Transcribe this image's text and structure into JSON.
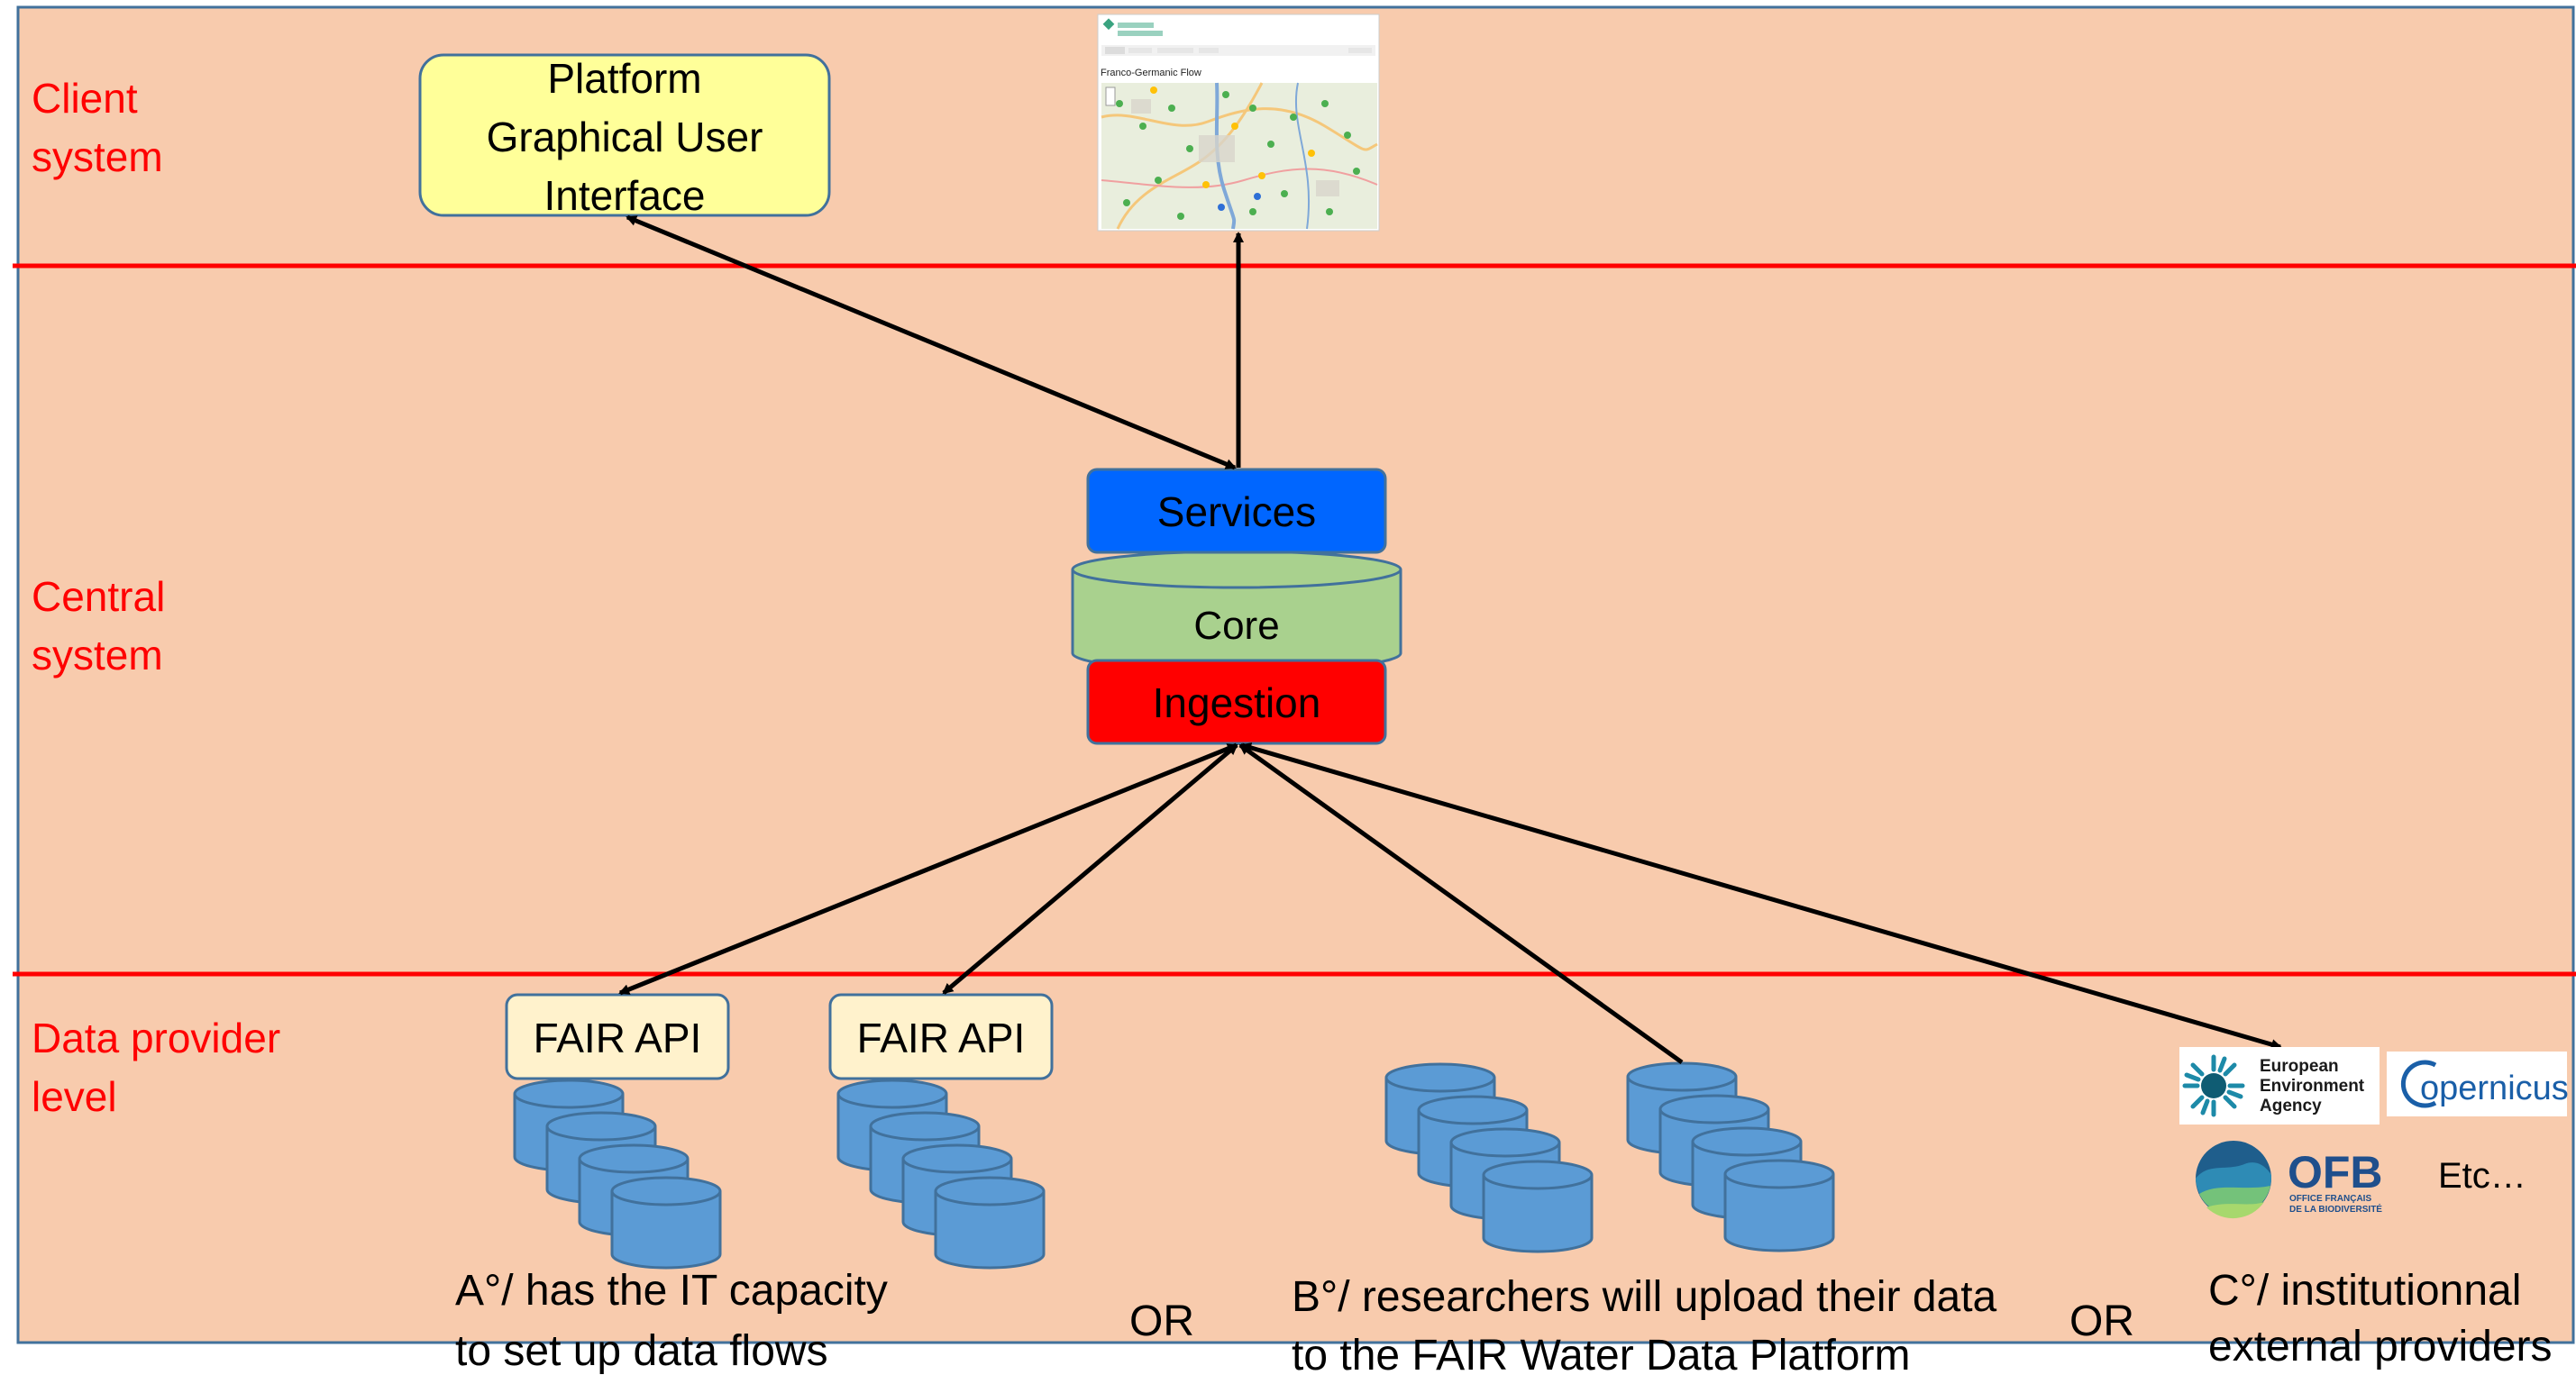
{
  "levels": {
    "client": [
      "Client",
      "system"
    ],
    "central": [
      "Central",
      "system"
    ],
    "provider": [
      "Data provider",
      "level"
    ]
  },
  "gui_box": [
    "Platform",
    "Graphical User",
    "Interface"
  ],
  "screenshot": {
    "title": "Franco-Germanic Flow"
  },
  "stack": {
    "services": "Services",
    "core": "Core",
    "ingestion": "Ingestion"
  },
  "api_a1": "FAIR API",
  "api_a2": "FAIR API",
  "captions": {
    "a": [
      "A°/ has the IT capacity",
      "to set up data flows"
    ],
    "or1": "OR",
    "b": [
      "B°/ researchers will upload their data",
      "to the FAIR Water Data Platform"
    ],
    "or2": "OR",
    "c": [
      "C°/ institutionnal",
      "external providers"
    ]
  },
  "logos": {
    "eea": [
      "European",
      "Environment",
      "Agency"
    ],
    "copernicus": "opernicus",
    "ofb": "OFB",
    "ofb_sub": [
      "OFFICE FRANÇAIS",
      "DE LA BIODIVERSITÉ"
    ],
    "etc": "Etc…"
  },
  "colors": {
    "background": "#f8cbad",
    "level_text": "#ff0000",
    "separator": "#ff0000",
    "gui_fill": "#ffff99",
    "services": "#0066ff",
    "core": "#a9d18e",
    "ingestion": "#ff0000",
    "api_fill": "#fff2cc",
    "db": "#5b9bd5",
    "box_border": "#41719c"
  }
}
